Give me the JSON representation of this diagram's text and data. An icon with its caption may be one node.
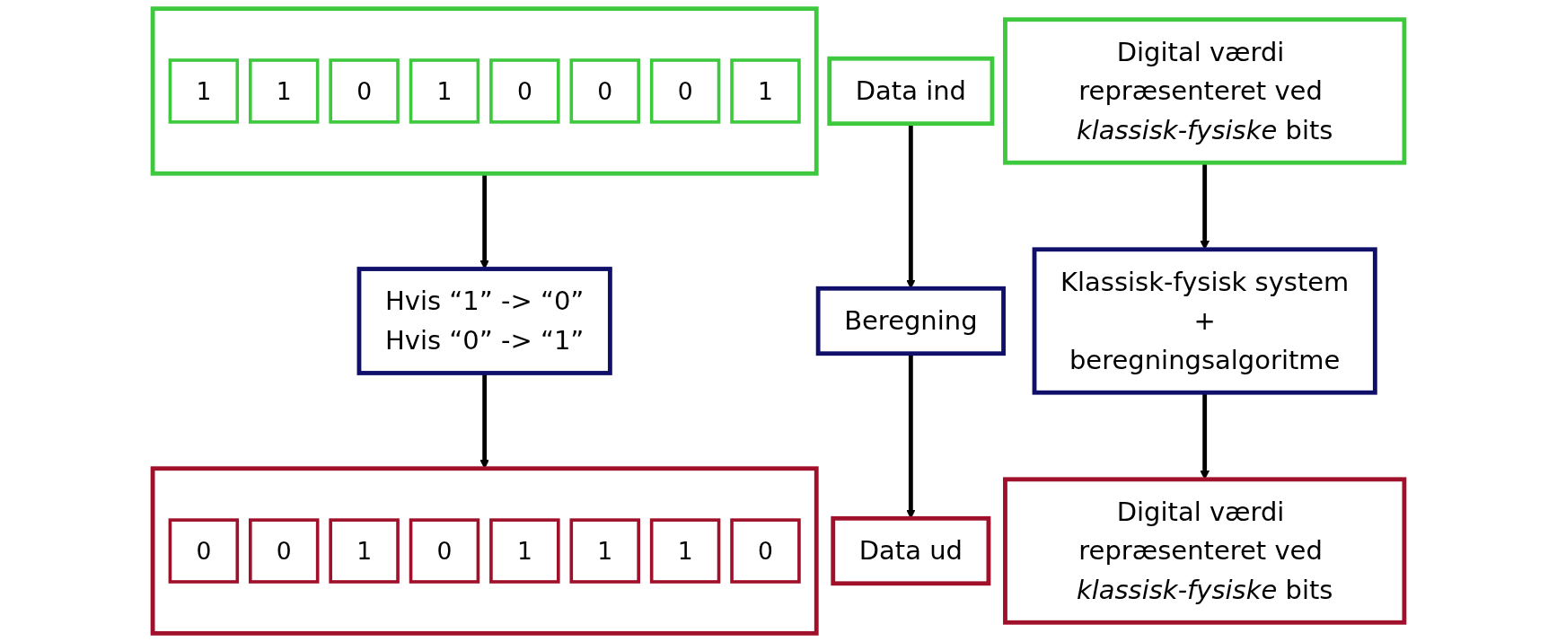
{
  "diagram": {
    "nodes": [
      {
        "text": [
          "Data ind"
        ]
      },
      {
        "text": [
          "Digital værdi repræsenteret ved *klassisk-fysiske* bits"
        ]
      },
      {
        "text": [],
        "shape": "box"
      },
      {
        "text": [
          "1"
        ],
        "in": 2
      },
      {
        "text": [
          "1"
        ],
        "in": 2
      },
      {
        "text": [
          "0"
        ],
        "in": 2
      },
      {
        "text": [
          "1"
        ],
        "in": 2
      },
      {
        "text": [
          "0"
        ],
        "in": 2
      },
      {
        "text": [
          "0"
        ],
        "in": 2
      },
      {
        "text": [
          "0"
        ],
        "in": 2
      },
      {
        "text": [
          "1"
        ],
        "in": 2
      },
      {
        "text": [
          "Beregning"
        ]
      },
      {
        "text": [
          "Klassisk-fysisk system",
          "+",
          "beregningsalgoritme"
        ]
      },
      {
        "text": [
          "Hvis “1” -> “0”",
          "Hvis “0” -> “1”"
        ]
      },
      {
        "text": [
          "Data ud"
        ]
      },
      {
        "text": [
          "Digital værdi repræsenteret ved *klassisk-fysiske* bits"
        ]
      },
      {
        "text": [],
        "shape": "box"
      },
      {
        "text": [
          "0"
        ],
        "in": 16
      },
      {
        "text": [
          "0"
        ],
        "in": 16
      },
      {
        "text": [
          "1"
        ],
        "in": 16
      },
      {
        "text": [
          "0"
        ],
        "in": 16
      },
      {
        "text": [
          "1"
        ],
        "in": 16
      },
      {
        "text": [
          "1"
        ],
        "in": 16
      },
      {
        "text": [
          "1"
        ],
        "in": 16
      },
      {
        "text": [
          "0"
        ],
        "in": 16
      }
    ],
    "edges": [
      {
        "from": 0,
        "to": 11,
        "arrow": "to"
      },
      {
        "from": 11,
        "to": 14,
        "arrow": "to"
      },
      {
        "from": 1,
        "to": 12,
        "arrow": "to"
      },
      {
        "from": 12,
        "to": 15,
        "arrow": "to"
      },
      {
        "from": 2,
        "to": 13,
        "arrow": "to"
      },
      {
        "from": 13,
        "to": 16,
        "arrow": "to"
      }
    ]
  }
}
